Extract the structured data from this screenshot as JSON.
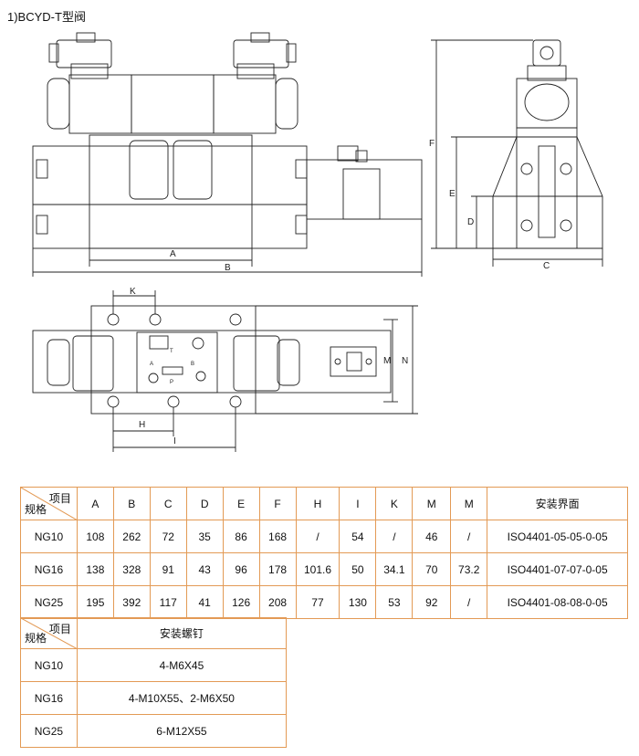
{
  "title": "1)BCYD-T型阀",
  "dims": {
    "A": "A",
    "B": "B",
    "C": "C",
    "D": "D",
    "E": "E",
    "F": "F",
    "H": "H",
    "I": "I",
    "K": "K",
    "M": "M",
    "N": "N"
  },
  "plate": {
    "t": "T",
    "a": "A",
    "b": "B",
    "p": "P"
  },
  "table1": {
    "header_item": "项目",
    "header_spec": "规格",
    "columns": [
      "A",
      "B",
      "C",
      "D",
      "E",
      "F",
      "H",
      "I",
      "K",
      "M",
      "M",
      "安装界面"
    ],
    "rows": [
      {
        "spec": "NG10",
        "cells": [
          "108",
          "262",
          "72",
          "35",
          "86",
          "168",
          "/",
          "54",
          "/",
          "46",
          "/",
          "ISO4401-05-05-0-05"
        ]
      },
      {
        "spec": "NG16",
        "cells": [
          "138",
          "328",
          "91",
          "43",
          "96",
          "178",
          "101.6",
          "50",
          "34.1",
          "70",
          "73.2",
          "ISO4401-07-07-0-05"
        ]
      },
      {
        "spec": "NG25",
        "cells": [
          "195",
          "392",
          "117",
          "41",
          "126",
          "208",
          "77",
          "130",
          "53",
          "92",
          "/",
          "ISO4401-08-08-0-05"
        ]
      }
    ]
  },
  "table2": {
    "header_item": "项目",
    "header_spec": "规格",
    "column": "安装螺钉",
    "rows": [
      {
        "spec": "NG10",
        "value": "4-M6X45"
      },
      {
        "spec": "NG16",
        "value": "4-M10X55、2-M6X50"
      },
      {
        "spec": "NG25",
        "value": "6-M12X55"
      }
    ]
  }
}
